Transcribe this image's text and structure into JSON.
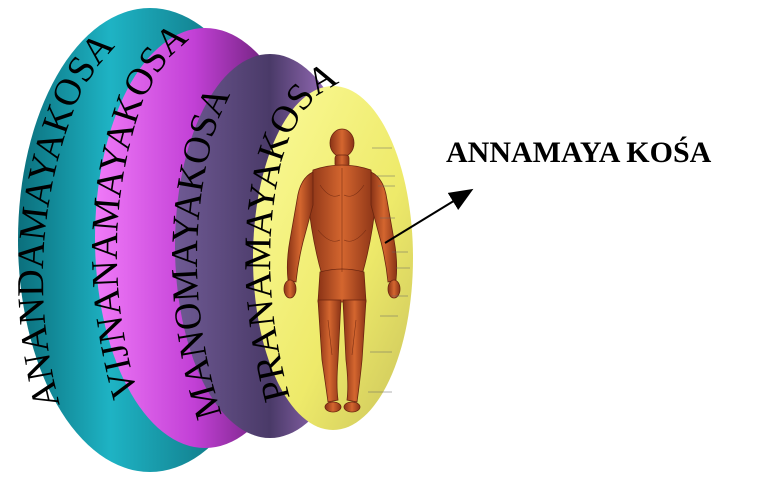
{
  "layers": [
    {
      "label": "ANANDAMAYAKOSA",
      "color": "#1eb3c4",
      "dark": "#0b6f7c"
    },
    {
      "label": "VIJNANAMAYAKOSA",
      "color": "#e25ef0",
      "dark": "#6a1e78"
    },
    {
      "label": "MANOMAYAKOSA",
      "color": "#5e4b80",
      "dark": "#2f2446"
    },
    {
      "label": "PRANAMAYAKOSA",
      "color": "#f2f07a",
      "dark": "#b8b35a"
    }
  ],
  "target": {
    "label": "ANNAMAYA KOŚA"
  },
  "colors": {
    "skin": "#c0552a",
    "skin_dark": "#7a2b12",
    "arrow": "#000000"
  }
}
